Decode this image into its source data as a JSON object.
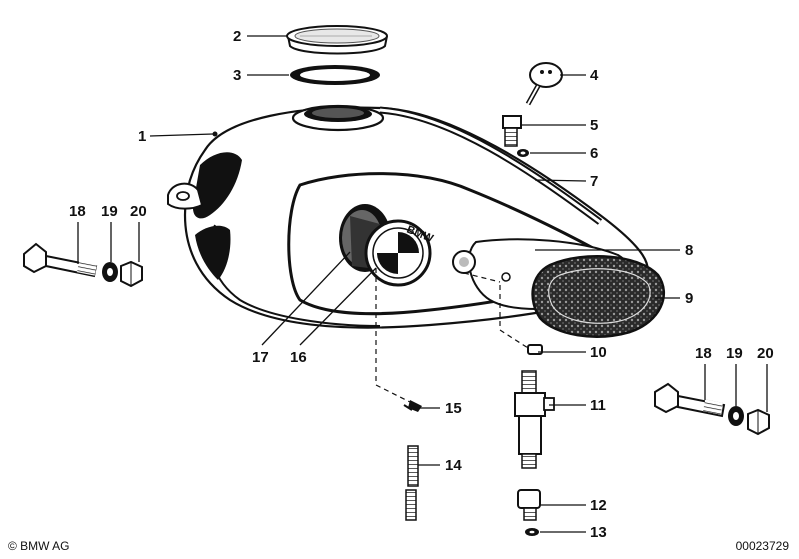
{
  "diagram": {
    "labels": {
      "p1": "1",
      "p2": "2",
      "p3": "3",
      "p4": "4",
      "p5": "5",
      "p6": "6",
      "p7": "7",
      "p8": "8",
      "p9": "9",
      "p10": "10",
      "p11": "11",
      "p12": "12",
      "p13": "13",
      "p14": "14",
      "p15": "15",
      "p16": "16",
      "p17": "17",
      "p18a": "18",
      "p19a": "19",
      "p20a": "20",
      "p18b": "18",
      "p19b": "19",
      "p20b": "20"
    },
    "badge_text": "BMW",
    "copyright": "© BMW AG",
    "drawing_number": "00023729"
  }
}
